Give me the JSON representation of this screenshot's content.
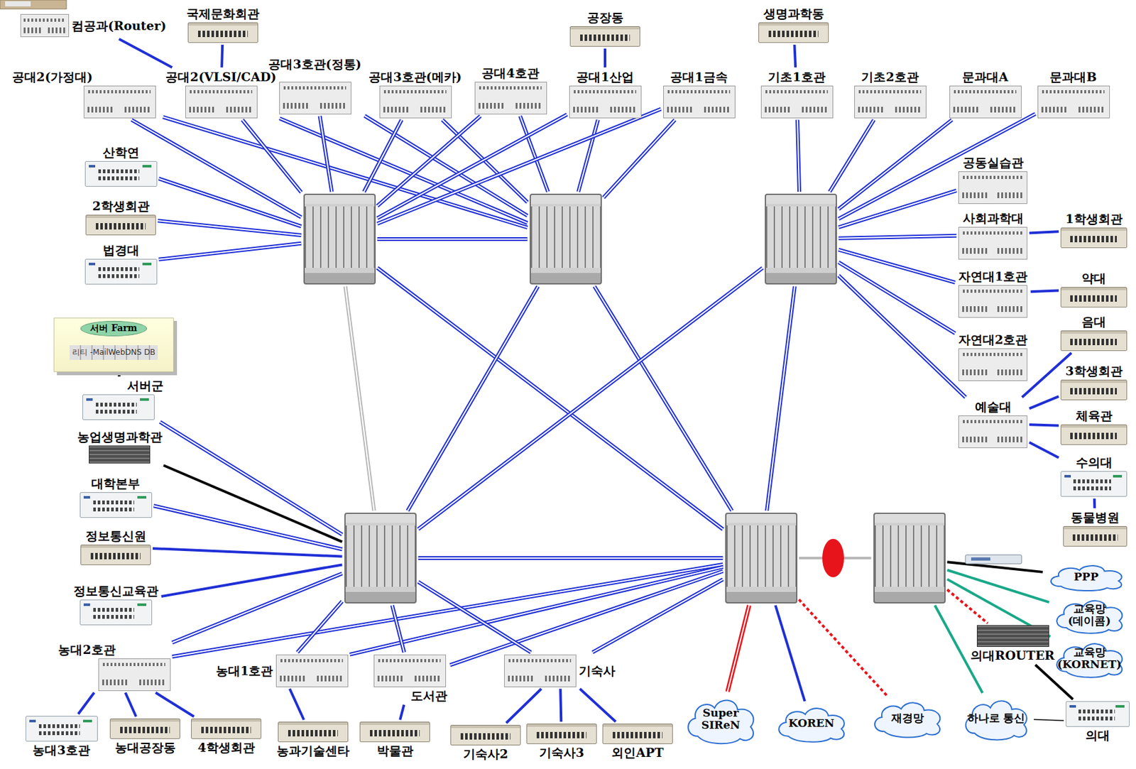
{
  "diagram": {
    "nodes": [
      {
        "text": [
          "컴공과(Router)"
        ]
      },
      {
        "text": [
          "국제문화회관"
        ]
      },
      {
        "text": [
          "공장동"
        ]
      },
      {
        "text": [
          "생명과학동"
        ]
      },
      {
        "text": [
          "공대2(가정대)"
        ]
      },
      {
        "text": [
          "공대2(VLSI/CAD)"
        ]
      },
      {
        "text": [
          "공대3호관(정통)"
        ]
      },
      {
        "text": [
          "공대3호관(메카)"
        ]
      },
      {
        "text": [
          "공대4호관"
        ]
      },
      {
        "text": [
          "공대1산업"
        ]
      },
      {
        "text": [
          "공대1금속"
        ]
      },
      {
        "text": [
          "기초1호관"
        ]
      },
      {
        "text": [
          "기초2호관"
        ]
      },
      {
        "text": [
          "문과대A"
        ]
      },
      {
        "text": [
          "문과대B"
        ]
      },
      {
        "text": [
          "산학연"
        ]
      },
      {
        "text": [
          "공동실습관"
        ]
      },
      {
        "text": [
          "2학생회관"
        ]
      },
      {
        "text": [
          "사회과학대"
        ]
      },
      {
        "text": [
          "1학생회관"
        ]
      },
      {
        "text": []
      },
      {
        "text": []
      },
      {
        "text": []
      },
      {
        "text": [
          "법경대"
        ]
      },
      {
        "text": [
          "자연대1호관"
        ]
      },
      {
        "text": [
          "약대"
        ]
      },
      {
        "text": [
          "서버 Farm",
          "리티 -MailWebDNS DB"
        ]
      },
      {
        "text": [
          "음대"
        ]
      },
      {
        "text": [
          "자연대2호관"
        ]
      },
      {
        "text": [
          "3학생회관"
        ]
      },
      {
        "text": [
          "서버군"
        ]
      },
      {
        "text": [
          "예술대"
        ]
      },
      {
        "text": [
          "체육관"
        ]
      },
      {
        "text": [
          "농업생명과학관"
        ]
      },
      {
        "text": [
          "수의대"
        ]
      },
      {
        "text": [
          "대학본부"
        ]
      },
      {
        "text": [
          "동물병원"
        ]
      },
      {
        "text": [
          "정보통신원"
        ]
      },
      {
        "text": []
      },
      {
        "text": []
      },
      {
        "text": []
      },
      {
        "text": [
          "PPP"
        ]
      },
      {
        "text": [
          "정보통신교육관"
        ]
      },
      {
        "text": [
          "교육망 (데이콤)"
        ]
      },
      {
        "text": [
          "교육망 (KORNET)"
        ]
      },
      {
        "text": [
          "농대2호관"
        ]
      },
      {
        "text": [
          "의대ROUTER"
        ]
      },
      {
        "text": [
          "농대1호관"
        ]
      },
      {
        "text": [
          "도서관"
        ]
      },
      {
        "text": [
          "기숙사"
        ]
      },
      {
        "text": [
          "Super SIReN"
        ]
      },
      {
        "text": [
          "KOREN"
        ]
      },
      {
        "text": [
          "재경망"
        ]
      },
      {
        "text": [
          "하나로 통신"
        ]
      },
      {
        "text": [
          "의대"
        ]
      },
      {
        "text": [
          "농대3호관"
        ]
      },
      {
        "text": [
          "농대공장동"
        ]
      },
      {
        "text": [
          "4학생회관"
        ]
      },
      {
        "text": [
          "농과기술센타"
        ]
      },
      {
        "text": [
          "박물관"
        ]
      },
      {
        "text": [
          "기숙사2"
        ]
      },
      {
        "text": [
          "기숙사3"
        ]
      },
      {
        "text": [
          "외인APT"
        ]
      }
    ],
    "edges": [
      {
        "from": 0,
        "to": 5,
        "arrow": "none"
      },
      {
        "from": 1,
        "to": 5,
        "arrow": "none"
      },
      {
        "from": 2,
        "to": 9,
        "arrow": "none"
      },
      {
        "from": 3,
        "to": 11,
        "arrow": "none"
      },
      {
        "from": 4,
        "to": 20,
        "arrow": "none"
      },
      {
        "from": 4,
        "to": 21,
        "arrow": "none"
      },
      {
        "from": 5,
        "to": 20,
        "arrow": "none"
      },
      {
        "from": 5,
        "to": 21,
        "arrow": "none"
      },
      {
        "from": 6,
        "to": 20,
        "arrow": "none"
      },
      {
        "from": 6,
        "to": 21,
        "arrow": "none"
      },
      {
        "from": 7,
        "to": 20,
        "arrow": "none"
      },
      {
        "from": 7,
        "to": 21,
        "arrow": "none"
      },
      {
        "from": 8,
        "to": 20,
        "arrow": "none"
      },
      {
        "from": 8,
        "to": 21,
        "arrow": "none"
      },
      {
        "from": 9,
        "to": 20,
        "arrow": "none"
      },
      {
        "from": 9,
        "to": 21,
        "arrow": "none"
      },
      {
        "from": 10,
        "to": 20,
        "arrow": "none"
      },
      {
        "from": 10,
        "to": 21,
        "arrow": "none"
      },
      {
        "from": 11,
        "to": 22,
        "arrow": "none"
      },
      {
        "from": 12,
        "to": 22,
        "arrow": "none"
      },
      {
        "from": 13,
        "to": 22,
        "arrow": "none"
      },
      {
        "from": 14,
        "to": 22,
        "arrow": "none"
      },
      {
        "from": 15,
        "to": 20,
        "arrow": "none"
      },
      {
        "from": 17,
        "to": 20,
        "arrow": "none"
      },
      {
        "from": 23,
        "to": 20,
        "arrow": "none"
      },
      {
        "from": 16,
        "to": 22,
        "arrow": "none"
      },
      {
        "from": 18,
        "to": 22,
        "arrow": "none"
      },
      {
        "from": 24,
        "to": 22,
        "arrow": "none"
      },
      {
        "from": 28,
        "to": 22,
        "arrow": "none"
      },
      {
        "from": 31,
        "to": 22,
        "arrow": "none"
      },
      {
        "from": 18,
        "to": 19,
        "arrow": "none"
      },
      {
        "from": 24,
        "to": 25,
        "arrow": "none"
      },
      {
        "from": 31,
        "to": 27,
        "arrow": "none"
      },
      {
        "from": 31,
        "to": 29,
        "arrow": "none"
      },
      {
        "from": 31,
        "to": 32,
        "arrow": "none"
      },
      {
        "from": 31,
        "to": 34,
        "arrow": "none"
      },
      {
        "from": 34,
        "to": 36,
        "arrow": "none"
      },
      {
        "from": 20,
        "to": 21,
        "arrow": "none"
      },
      {
        "from": 20,
        "to": 38,
        "arrow": "none"
      },
      {
        "from": 20,
        "to": 39,
        "arrow": "none"
      },
      {
        "from": 21,
        "to": 38,
        "arrow": "none"
      },
      {
        "from": 21,
        "to": 39,
        "arrow": "none"
      },
      {
        "from": 22,
        "to": 38,
        "arrow": "none"
      },
      {
        "from": 22,
        "to": 39,
        "arrow": "none"
      },
      {
        "from": 38,
        "to": 39,
        "arrow": "none"
      },
      {
        "from": 39,
        "to": 40,
        "arrow": "none"
      },
      {
        "from": 26,
        "to": 30,
        "arrow": "none"
      },
      {
        "from": 30,
        "to": 38,
        "arrow": "none"
      },
      {
        "from": 33,
        "to": 38,
        "arrow": "none"
      },
      {
        "from": 35,
        "to": 38,
        "arrow": "none"
      },
      {
        "from": 37,
        "to": 38,
        "arrow": "none"
      },
      {
        "from": 42,
        "to": 38,
        "arrow": "none"
      },
      {
        "from": 45,
        "to": 38,
        "arrow": "none"
      },
      {
        "from": 45,
        "to": 39,
        "arrow": "none"
      },
      {
        "from": 47,
        "to": 38,
        "arrow": "none"
      },
      {
        "from": 47,
        "to": 39,
        "arrow": "none"
      },
      {
        "from": 48,
        "to": 38,
        "arrow": "none"
      },
      {
        "from": 48,
        "to": 39,
        "arrow": "none"
      },
      {
        "from": 49,
        "to": 38,
        "arrow": "none"
      },
      {
        "from": 49,
        "to": 39,
        "arrow": "none"
      },
      {
        "from": 45,
        "to": 55,
        "arrow": "none"
      },
      {
        "from": 45,
        "to": 56,
        "arrow": "none"
      },
      {
        "from": 45,
        "to": 57,
        "arrow": "none"
      },
      {
        "from": 47,
        "to": 58,
        "arrow": "none"
      },
      {
        "from": 48,
        "to": 59,
        "arrow": "none"
      },
      {
        "from": 49,
        "to": 60,
        "arrow": "none"
      },
      {
        "from": 49,
        "to": 61,
        "arrow": "none"
      },
      {
        "from": 49,
        "to": 62,
        "arrow": "none"
      },
      {
        "from": 39,
        "to": 50,
        "arrow": "none"
      },
      {
        "from": 39,
        "to": 51,
        "arrow": "none"
      },
      {
        "from": 39,
        "to": 52,
        "arrow": "none"
      },
      {
        "from": 40,
        "to": 41,
        "arrow": "none"
      },
      {
        "from": 40,
        "to": 43,
        "arrow": "none"
      },
      {
        "from": 40,
        "to": 44,
        "arrow": "none"
      },
      {
        "from": 40,
        "to": 46,
        "arrow": "none"
      },
      {
        "from": 40,
        "to": 53,
        "arrow": "none"
      },
      {
        "from": 46,
        "to": 54,
        "arrow": "none"
      },
      {
        "from": 53,
        "to": 54,
        "arrow": "none"
      }
    ]
  }
}
